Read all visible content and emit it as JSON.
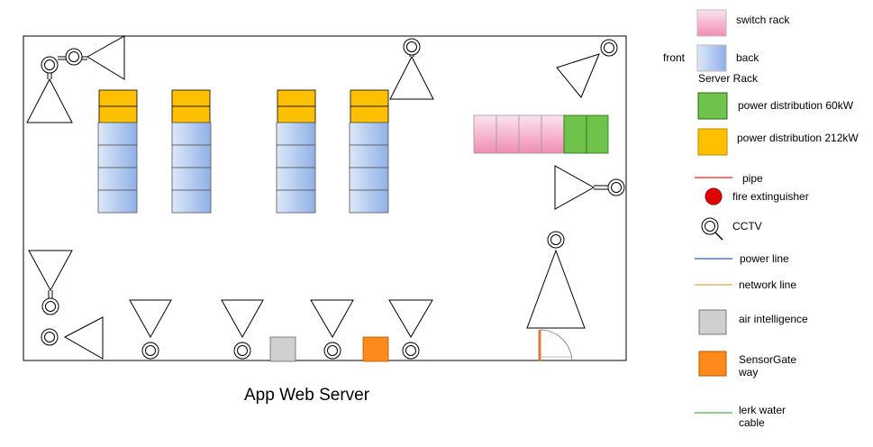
{
  "title": "App Web Server",
  "legend": {
    "switch_rack": "switch rack",
    "front": "front",
    "back": "back",
    "server_rack": "Server Rack",
    "pd60": "power distribution 60kW",
    "pd212": "power distribution 212kW",
    "pipe": "pipe",
    "fire_extinguisher": "fire extinguisher",
    "cctv": "CCTV",
    "power_line": "power line",
    "network_line": "network line",
    "air_intelligence": "air intelligence",
    "sensorgate_1": "SensorGate",
    "sensorgate_2": "way",
    "water_cable_1": "lerk water",
    "water_cable_2": "cable"
  },
  "colors": {
    "switch_rack": "#f4a7c5",
    "server_rack": "#a9c4ee",
    "pd60": "#6fc24b",
    "pd212": "#ffc000",
    "pipe": "#d32f2f",
    "fire_extinguisher": "#e00000",
    "power_line": "#2f5fb3",
    "network_line": "#e0a050",
    "air_intelligence": "#cfcfcf",
    "sensorgate": "#ff8a1c",
    "water_cable": "#4caf50"
  }
}
